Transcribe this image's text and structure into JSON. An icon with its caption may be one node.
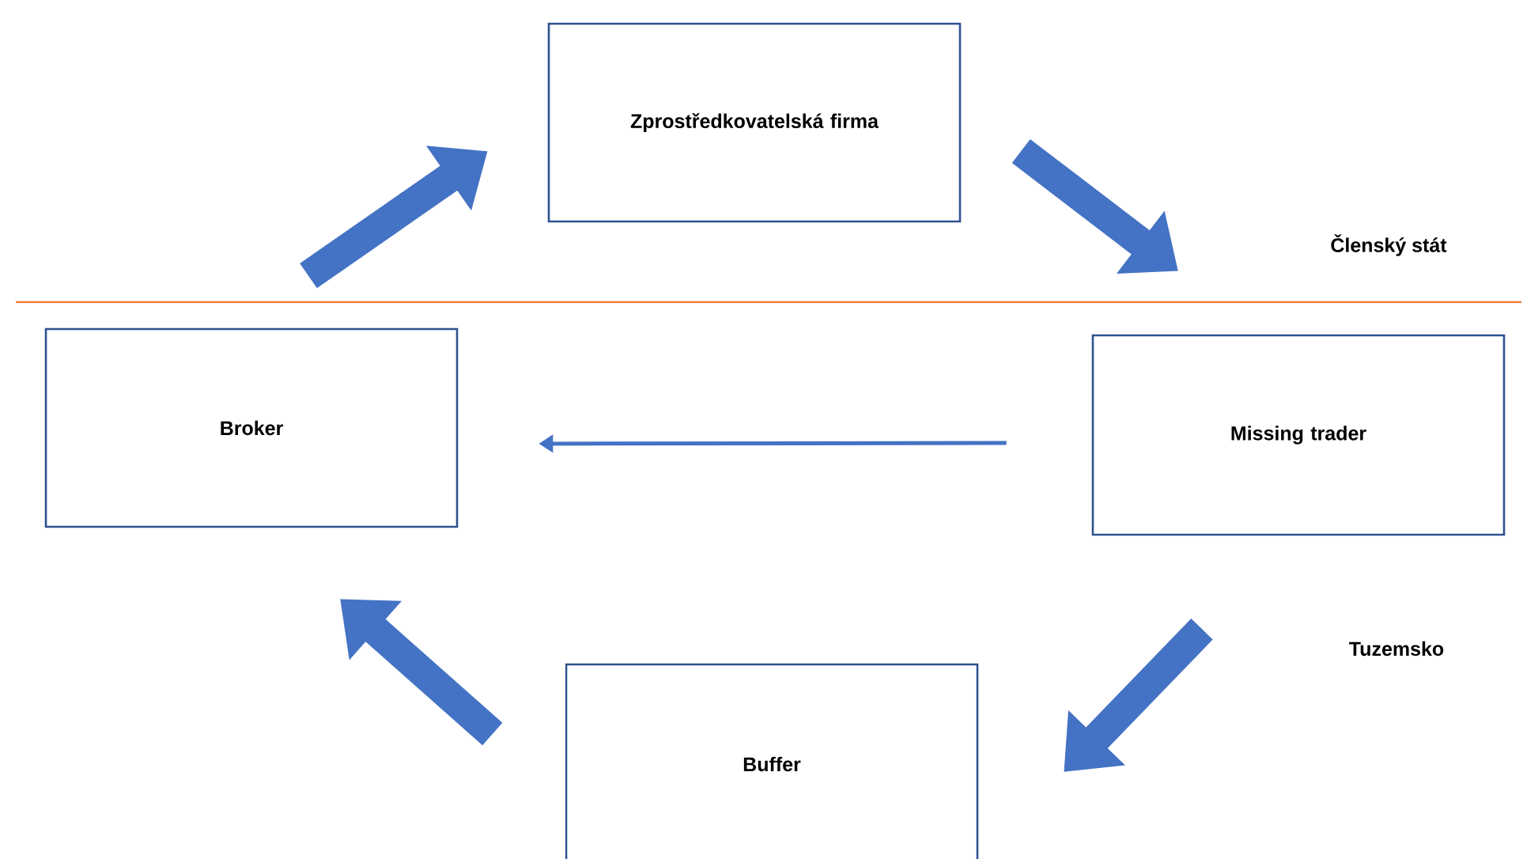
{
  "diagram": {
    "nodes": [
      {
        "text": [
          "Zprostředkovatelská firma"
        ]
      },
      {
        "text": [
          "Broker"
        ]
      },
      {
        "text": [
          "Missing trader"
        ]
      },
      {
        "text": [
          "Buffer"
        ]
      }
    ],
    "edges": [
      {
        "from": 1,
        "to": 0,
        "arrow": "to"
      },
      {
        "from": 0,
        "to": 2,
        "arrow": "to"
      },
      {
        "from": 2,
        "to": 3,
        "arrow": "to"
      },
      {
        "from": 3,
        "to": 1,
        "arrow": "to"
      },
      {
        "from": 2,
        "to": 1,
        "arrow": "to"
      }
    ],
    "labels": [
      "Členský stát",
      "Tuzemsko"
    ]
  }
}
